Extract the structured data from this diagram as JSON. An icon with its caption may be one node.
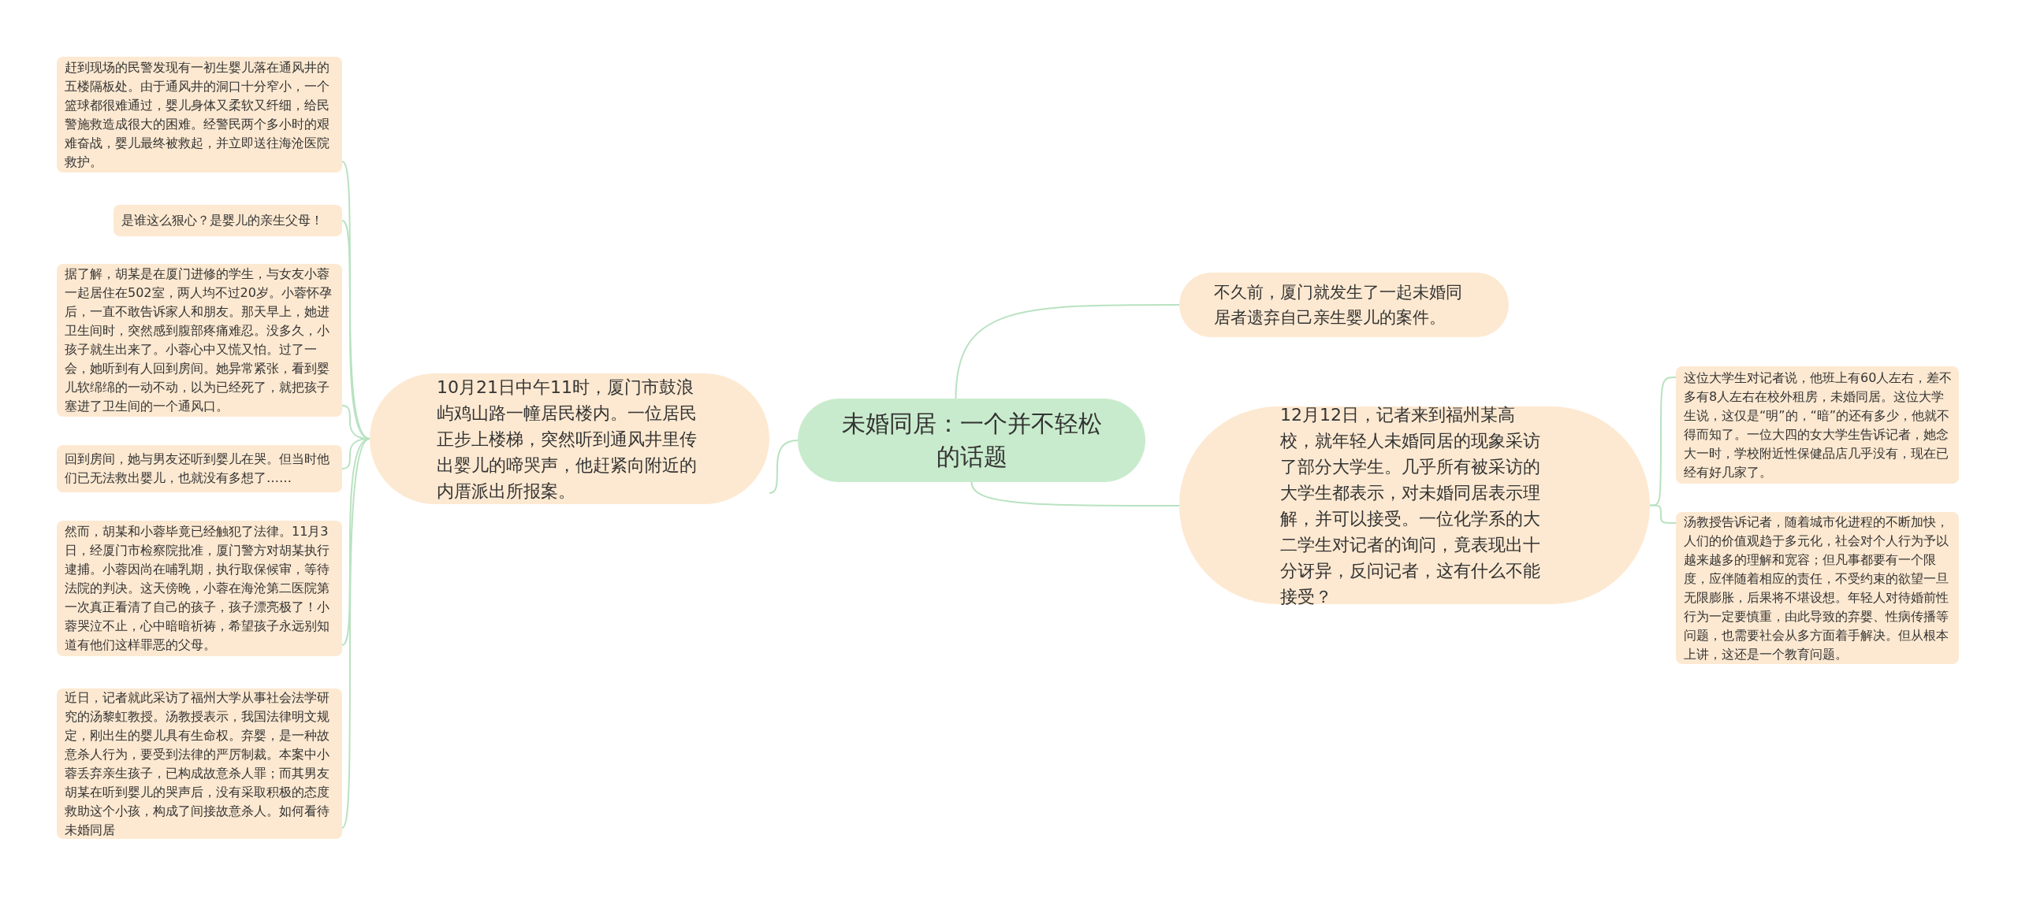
{
  "diagram": {
    "nodes": [
      {
        "text": [
          "未婚同居：一个并不轻松的话题"
        ]
      },
      {
        "text": [
          "10月21日中午11时，厦门市鼓浪屿鸡山路一幢居民楼内。一位居民正步上楼梯，突然听到通风井里传出婴儿的啼哭声，他赶紧向附近的内厝派出所报案。"
        ]
      },
      {
        "text": [
          "赶到现场的民警发现有一初生婴儿落在通风井的五楼隔板处。由于通风井的洞口十分窄小，一个篮球都很难通过，婴儿身体又柔软又纤细，给民警施救造成很大的困难。经警民两个多小时的艰难奋战，婴儿最终被救起，并立即送往海沧医院救护。"
        ]
      },
      {
        "text": [
          "是谁这么狠心？是婴儿的亲生父母！"
        ]
      },
      {
        "text": [
          "据了解，胡某是在厦门进修的学生，与女友小蓉一起居住在502室，两人均不过20岁。小蓉怀孕后，一直不敢告诉家人和朋友。那天早上，她进卫生间时，突然感到腹部疼痛难忍。没多久，小孩子就生出来了。小蓉心中又慌又怕。过了一会，她听到有人回到房间。她异常紧张，看到婴儿软绵绵的一动不动，以为已经死了，就把孩子塞进了卫生间的一个通风口。"
        ]
      },
      {
        "text": [
          "回到房间，她与男友还听到婴儿在哭。但当时他们已无法救出婴儿，也就没有多想了……"
        ]
      },
      {
        "text": [
          "然而，胡某和小蓉毕竟已经触犯了法律。11月3日，经厦门市检察院批准，厦门警方对胡某执行逮捕。小蓉因尚在哺乳期，执行取保候审，等待法院的判决。这天傍晚，小蓉在海沧第二医院第一次真正看清了自己的孩子，孩子漂亮极了！小蓉哭泣不止，心中暗暗祈祷，希望孩子永远别知道有他们这样罪恶的父母。"
        ]
      },
      {
        "text": [
          "近日，记者就此采访了福州大学从事社会法学研究的汤黎虹教授。汤教授表示，我国法律明文规定，刚出生的婴儿具有生命权。弃婴，是一种故意杀人行为，要受到法律的严厉制裁。本案中小蓉丢弃亲生孩子，已构成故意杀人罪；而其男友胡某在听到婴儿的哭声后，没有采取积极的态度救助这个小孩，构成了间接故意杀人。如何看待未婚同居"
        ]
      },
      {
        "text": [
          "不久前，厦门就发生了一起未婚同居者遗弃自己亲生婴儿的案件。"
        ]
      },
      {
        "text": [
          "12月12日，记者来到福州某高校，就年轻人未婚同居的现象采访了部分大学生。几乎所有被采访的大学生都表示，对未婚同居表示理解，并可以接受。一位化学系的大二学生对记者的询问，竟表现出十分讶异，反问记者，这有什么不能接受？"
        ]
      },
      {
        "text": [
          "这位大学生对记者说，他班上有60人左右，差不多有8人左右在校外租房，未婚同居。这位大学生说，这仅是“明”的，“暗”的还有多少，他就不得而知了。一位大四的女大学生告诉记者，她念大一时，学校附近性保健品店几乎没有，现在已经有好几家了。"
        ]
      },
      {
        "text": [
          "汤教授告诉记者，随着城市化进程的不断加快，人们的价值观趋于多元化，社会对个人行为予以越来越多的理解和宽容；但凡事都要有一个限度，应伴随着相应的责任，不受约束的欲望一旦无限膨胀，后果将不堪设想。年轻人对待婚前性行为一定要慎重，由此导致的弃婴、性病传播等问题，也需要社会从多方面着手解决。但从根本上讲，这还是一个教育问题。"
        ]
      }
    ],
    "edges": [
      {
        "from": 0,
        "to": 1,
        "arrow": "none"
      },
      {
        "from": 1,
        "to": 2,
        "arrow": "none"
      },
      {
        "from": 1,
        "to": 3,
        "arrow": "none"
      },
      {
        "from": 1,
        "to": 4,
        "arrow": "none"
      },
      {
        "from": 1,
        "to": 5,
        "arrow": "none"
      },
      {
        "from": 1,
        "to": 6,
        "arrow": "none"
      },
      {
        "from": 1,
        "to": 7,
        "arrow": "none"
      },
      {
        "from": 0,
        "to": 8,
        "arrow": "none"
      },
      {
        "from": 0,
        "to": 9,
        "arrow": "none"
      },
      {
        "from": 9,
        "to": 10,
        "arrow": "none"
      },
      {
        "from": 9,
        "to": 11,
        "arrow": "none"
      }
    ]
  }
}
